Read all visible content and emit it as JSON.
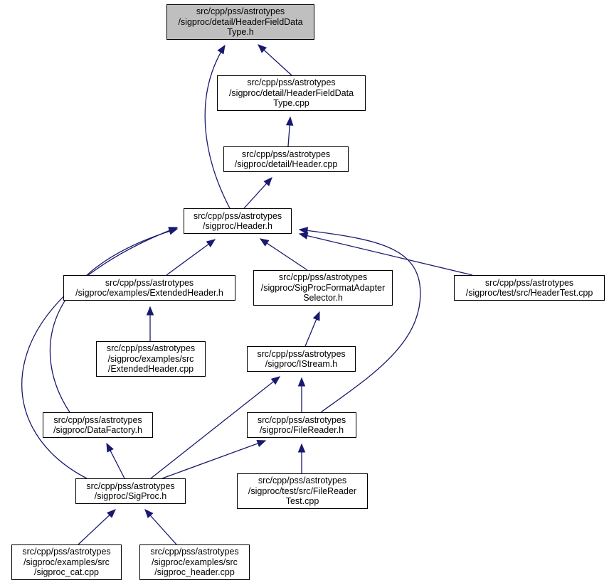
{
  "colors": {
    "edge": "#191970",
    "root_fill": "#bfbfbf",
    "node_fill": "#ffffff",
    "border": "#000000"
  },
  "nodes": [
    {
      "id": "hfdt_h",
      "lines": [
        "src/cpp/pss/astrotypes",
        "/sigproc/detail/HeaderFieldData",
        "Type.h"
      ],
      "root": true
    },
    {
      "id": "hfdt_cpp",
      "lines": [
        "src/cpp/pss/astrotypes",
        "/sigproc/detail/HeaderFieldData",
        "Type.cpp"
      ]
    },
    {
      "id": "header_cpp",
      "lines": [
        "src/cpp/pss/astrotypes",
        "/sigproc/detail/Header.cpp"
      ]
    },
    {
      "id": "header_h",
      "lines": [
        "src/cpp/pss/astrotypes",
        "/sigproc/Header.h"
      ]
    },
    {
      "id": "ext_h",
      "lines": [
        "src/cpp/pss/astrotypes",
        "/sigproc/examples/ExtendedHeader.h"
      ]
    },
    {
      "id": "adapter_h",
      "lines": [
        "src/cpp/pss/astrotypes",
        "/sigproc/SigProcFormatAdapter",
        "Selector.h"
      ]
    },
    {
      "id": "headertest",
      "lines": [
        "src/cpp/pss/astrotypes",
        "/sigproc/test/src/HeaderTest.cpp"
      ]
    },
    {
      "id": "ext_cpp",
      "lines": [
        "src/cpp/pss/astrotypes",
        "/sigproc/examples/src",
        "/ExtendedHeader.cpp"
      ]
    },
    {
      "id": "istream_h",
      "lines": [
        "src/cpp/pss/astrotypes",
        "/sigproc/IStream.h"
      ]
    },
    {
      "id": "datafactory_h",
      "lines": [
        "src/cpp/pss/astrotypes",
        "/sigproc/DataFactory.h"
      ]
    },
    {
      "id": "filereader_h",
      "lines": [
        "src/cpp/pss/astrotypes",
        "/sigproc/FileReader.h"
      ]
    },
    {
      "id": "sigproc_h",
      "lines": [
        "src/cpp/pss/astrotypes",
        "/sigproc/SigProc.h"
      ]
    },
    {
      "id": "filereadertest",
      "lines": [
        "src/cpp/pss/astrotypes",
        "/sigproc/test/src/FileReader",
        "Test.cpp"
      ]
    },
    {
      "id": "sigproc_cat",
      "lines": [
        "src/cpp/pss/astrotypes",
        "/sigproc/examples/src",
        "/sigproc_cat.cpp"
      ]
    },
    {
      "id": "sigproc_header",
      "lines": [
        "src/cpp/pss/astrotypes",
        "/sigproc/examples/src",
        "/sigproc_header.cpp"
      ]
    }
  ],
  "edges": [
    [
      "hfdt_h",
      "hfdt_cpp"
    ],
    [
      "hfdt_h",
      "header_h"
    ],
    [
      "hfdt_cpp",
      "header_cpp"
    ],
    [
      "header_cpp",
      "header_h"
    ],
    [
      "header_h",
      "ext_h"
    ],
    [
      "header_h",
      "adapter_h"
    ],
    [
      "header_h",
      "headertest"
    ],
    [
      "header_h",
      "datafactory_h"
    ],
    [
      "header_h",
      "sigproc_h"
    ],
    [
      "header_h",
      "filereader_h"
    ],
    [
      "ext_h",
      "ext_cpp"
    ],
    [
      "adapter_h",
      "istream_h"
    ],
    [
      "istream_h",
      "filereader_h"
    ],
    [
      "istream_h",
      "sigproc_h"
    ],
    [
      "datafactory_h",
      "sigproc_h"
    ],
    [
      "filereader_h",
      "sigproc_h"
    ],
    [
      "filereader_h",
      "filereadertest"
    ],
    [
      "sigproc_h",
      "sigproc_cat"
    ],
    [
      "sigproc_h",
      "sigproc_header"
    ]
  ]
}
